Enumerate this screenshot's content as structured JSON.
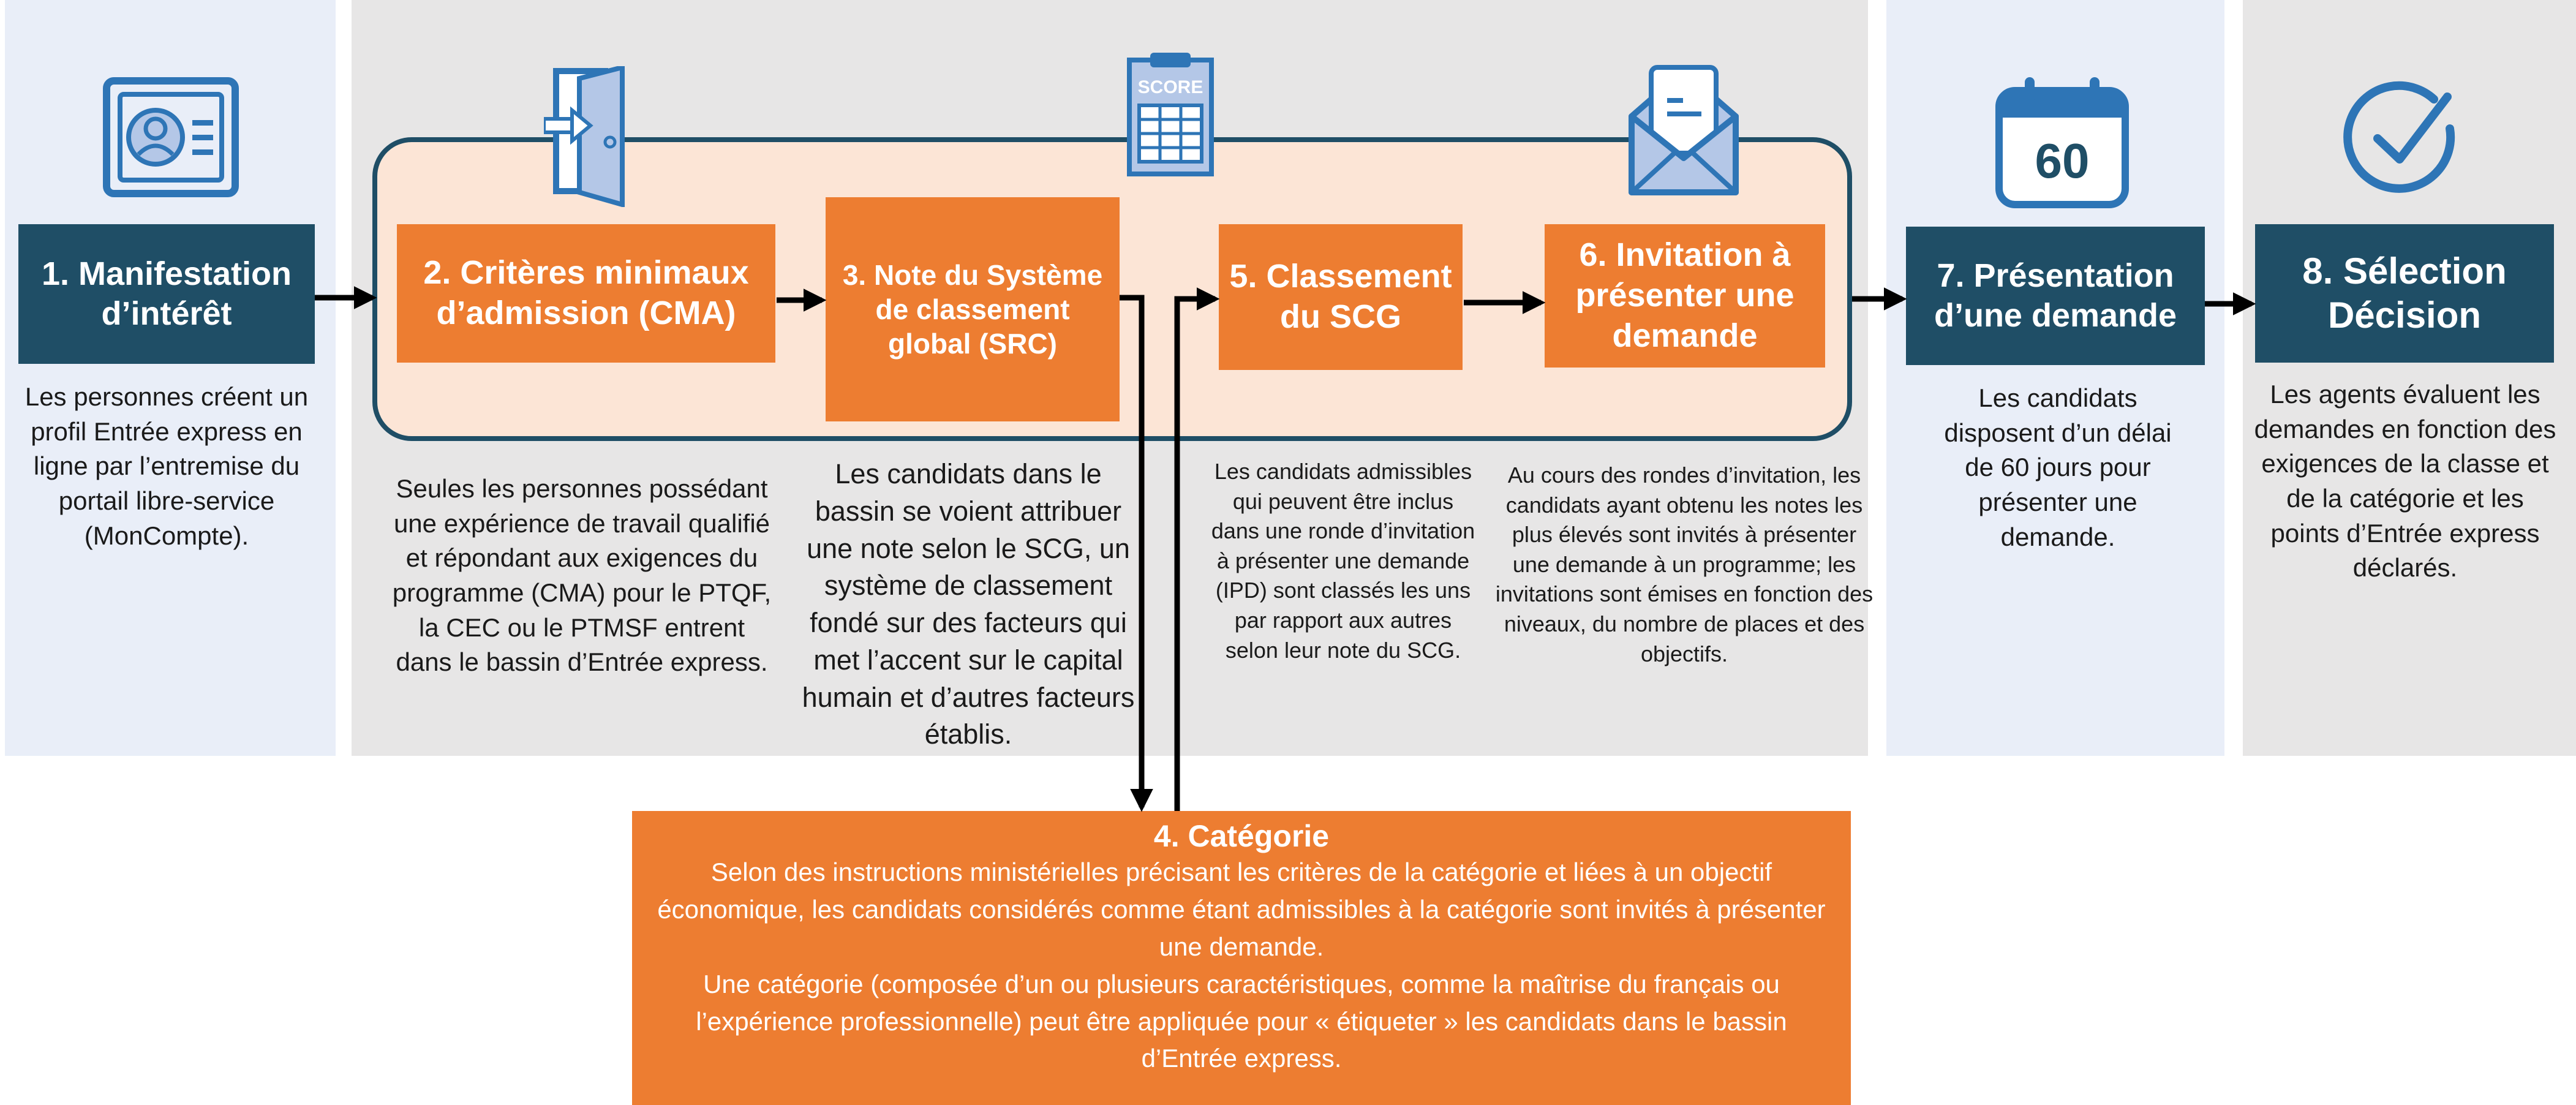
{
  "colors": {
    "navy": "#1f4e66",
    "orange": "#ed7d31",
    "pool": "#fce5d6",
    "panel_blue": "#e9eef8",
    "panel_grey": "#e7e6e6",
    "icon_blue": "#2e75b6",
    "icon_fill": "#b4c7e7"
  },
  "icons": {
    "step1": "contact-card-icon",
    "step2": "door-enter-icon",
    "step3": "score-sheet-icon",
    "step6": "envelope-letter-icon",
    "step7": "calendar-icon",
    "step8": "checkmark-circle-icon"
  },
  "step7_calendar_number": "60",
  "score_label": "SCORE",
  "steps": {
    "s1": {
      "title": "1. Manifestation d’intérêt",
      "desc": "Les personnes créent un profil Entrée express en ligne par l’entremise du portail libre-service (MonCompte)."
    },
    "s2": {
      "title": "2. Critères minimaux d’admission (CMA)",
      "desc": "Seules les personnes possédant une expérience de travail qualifié et répondant aux exigences du programme (CMA) pour le PTQF, la CEC ou le PTMSF entrent dans le bassin d’Entrée express."
    },
    "s3": {
      "title": "3. Note du Système de classement global (SRC)",
      "desc": "Les candidats dans le bassin se voient attribuer une note selon le SCG, un système de classement fondé sur des facteurs qui met l’accent sur le capital humain et d’autres facteurs établis."
    },
    "s4": {
      "title": "4. Catégorie",
      "desc": "Selon des instructions ministérielles précisant les critères de la catégorie et liées à un objectif économique, les candidats considérés comme étant admissibles à la catégorie sont invités à présenter une demande.\nUne catégorie (composée d’un ou plusieurs caractéristiques, comme la maîtrise du français ou l’expérience professionnelle) peut être appliquée pour « étiqueter » les candidats dans le bassin d’Entrée express."
    },
    "s5": {
      "title": "5. Classement du SCG",
      "desc": "Les candidats admissibles qui peuvent être inclus dans une ronde d’invitation à présenter une demande (IPD) sont classés les uns par rapport aux autres selon leur note du SCG."
    },
    "s6": {
      "title": "6. Invitation à présenter une demande",
      "desc": "Au cours des rondes d’invitation, les candidats ayant obtenu les notes les plus élevés sont invités à présenter une demande à un programme; les invitations sont émises en fonction des niveaux, du nombre de places et des objectifs."
    },
    "s7": {
      "title": "7. Présentation d’une demande",
      "desc": "Les candidats disposent d’un délai de 60 jours pour présenter une demande."
    },
    "s8": {
      "title": "8. Sélection Décision",
      "desc": "Les agents évaluent les demandes en fonction des exigences de la classe et de la catégorie et les points d’Entrée express déclarés."
    }
  }
}
